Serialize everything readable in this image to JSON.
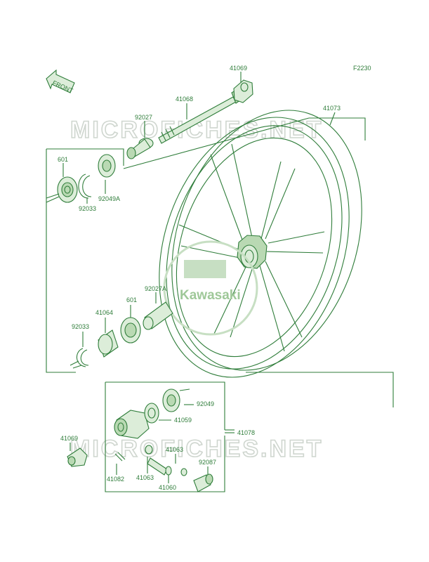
{
  "diagram_code": "F2230",
  "front_marker": "FRONT",
  "watermark_text": "MICROFICHES.NET",
  "logo_text": "Kawasaki",
  "colors": {
    "line": "#2f7d3a",
    "fill": "#dcedd9",
    "watermark": "#cfd6cf"
  },
  "labels": {
    "p41069_top": "41069",
    "p41068": "41068",
    "p41073": "41073",
    "p92027": "92027",
    "p601_top": "601",
    "p92049A": "92049A",
    "p92033_top": "92033",
    "p92027A": "92027A",
    "p601_mid": "601",
    "p41064": "41064",
    "p92033_mid": "92033",
    "p92049": "92049",
    "p41059": "41059",
    "p41078": "41078",
    "p41069_bot": "41069",
    "p41063_a": "41063",
    "p92087": "92087",
    "p41082": "41082",
    "p41063_b": "41063",
    "p41060": "41060"
  }
}
